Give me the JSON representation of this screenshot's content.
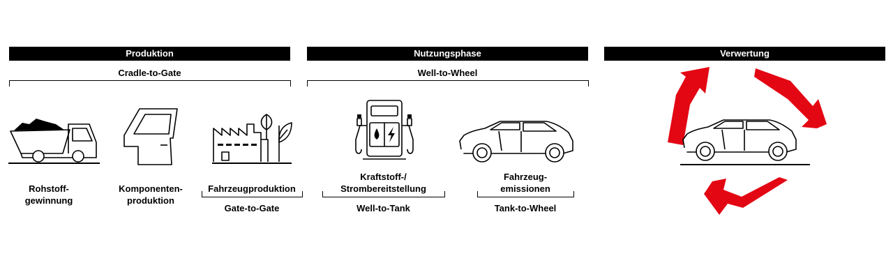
{
  "phases": {
    "produktion": "Produktion",
    "nutzungsphase": "Nutzungsphase",
    "verwertung": "Verwertung"
  },
  "scopes": {
    "cradle_to_gate": "Cradle-to-Gate",
    "well_to_wheel": "Well-to-Wheel",
    "gate_to_gate": "Gate-to-Gate",
    "well_to_tank": "Well-to-Tank",
    "tank_to_wheel": "Tank-to-Wheel"
  },
  "steps": {
    "rohstoff": {
      "line1": "Rohstoff-",
      "line2": "gewinnung",
      "icon": "dump-truck-icon"
    },
    "komponenten": {
      "line1": "Komponenten-",
      "line2": "produktion",
      "icon": "car-door-icon"
    },
    "fahrzeugproduktion": {
      "line1": "Fahrzeugproduktion",
      "icon": "factory-icon"
    },
    "kraftstoff": {
      "line1": "Kraftstoff-/",
      "line2": "Strombereitstellung",
      "icon": "fuel-charging-station-icon"
    },
    "emissionen": {
      "line1": "Fahrzeug-",
      "line2": "emissionen",
      "icon": "car-icon"
    }
  },
  "recycling": {
    "icon": "recycling-arrows-icon",
    "arrow_color": "#e30613"
  }
}
